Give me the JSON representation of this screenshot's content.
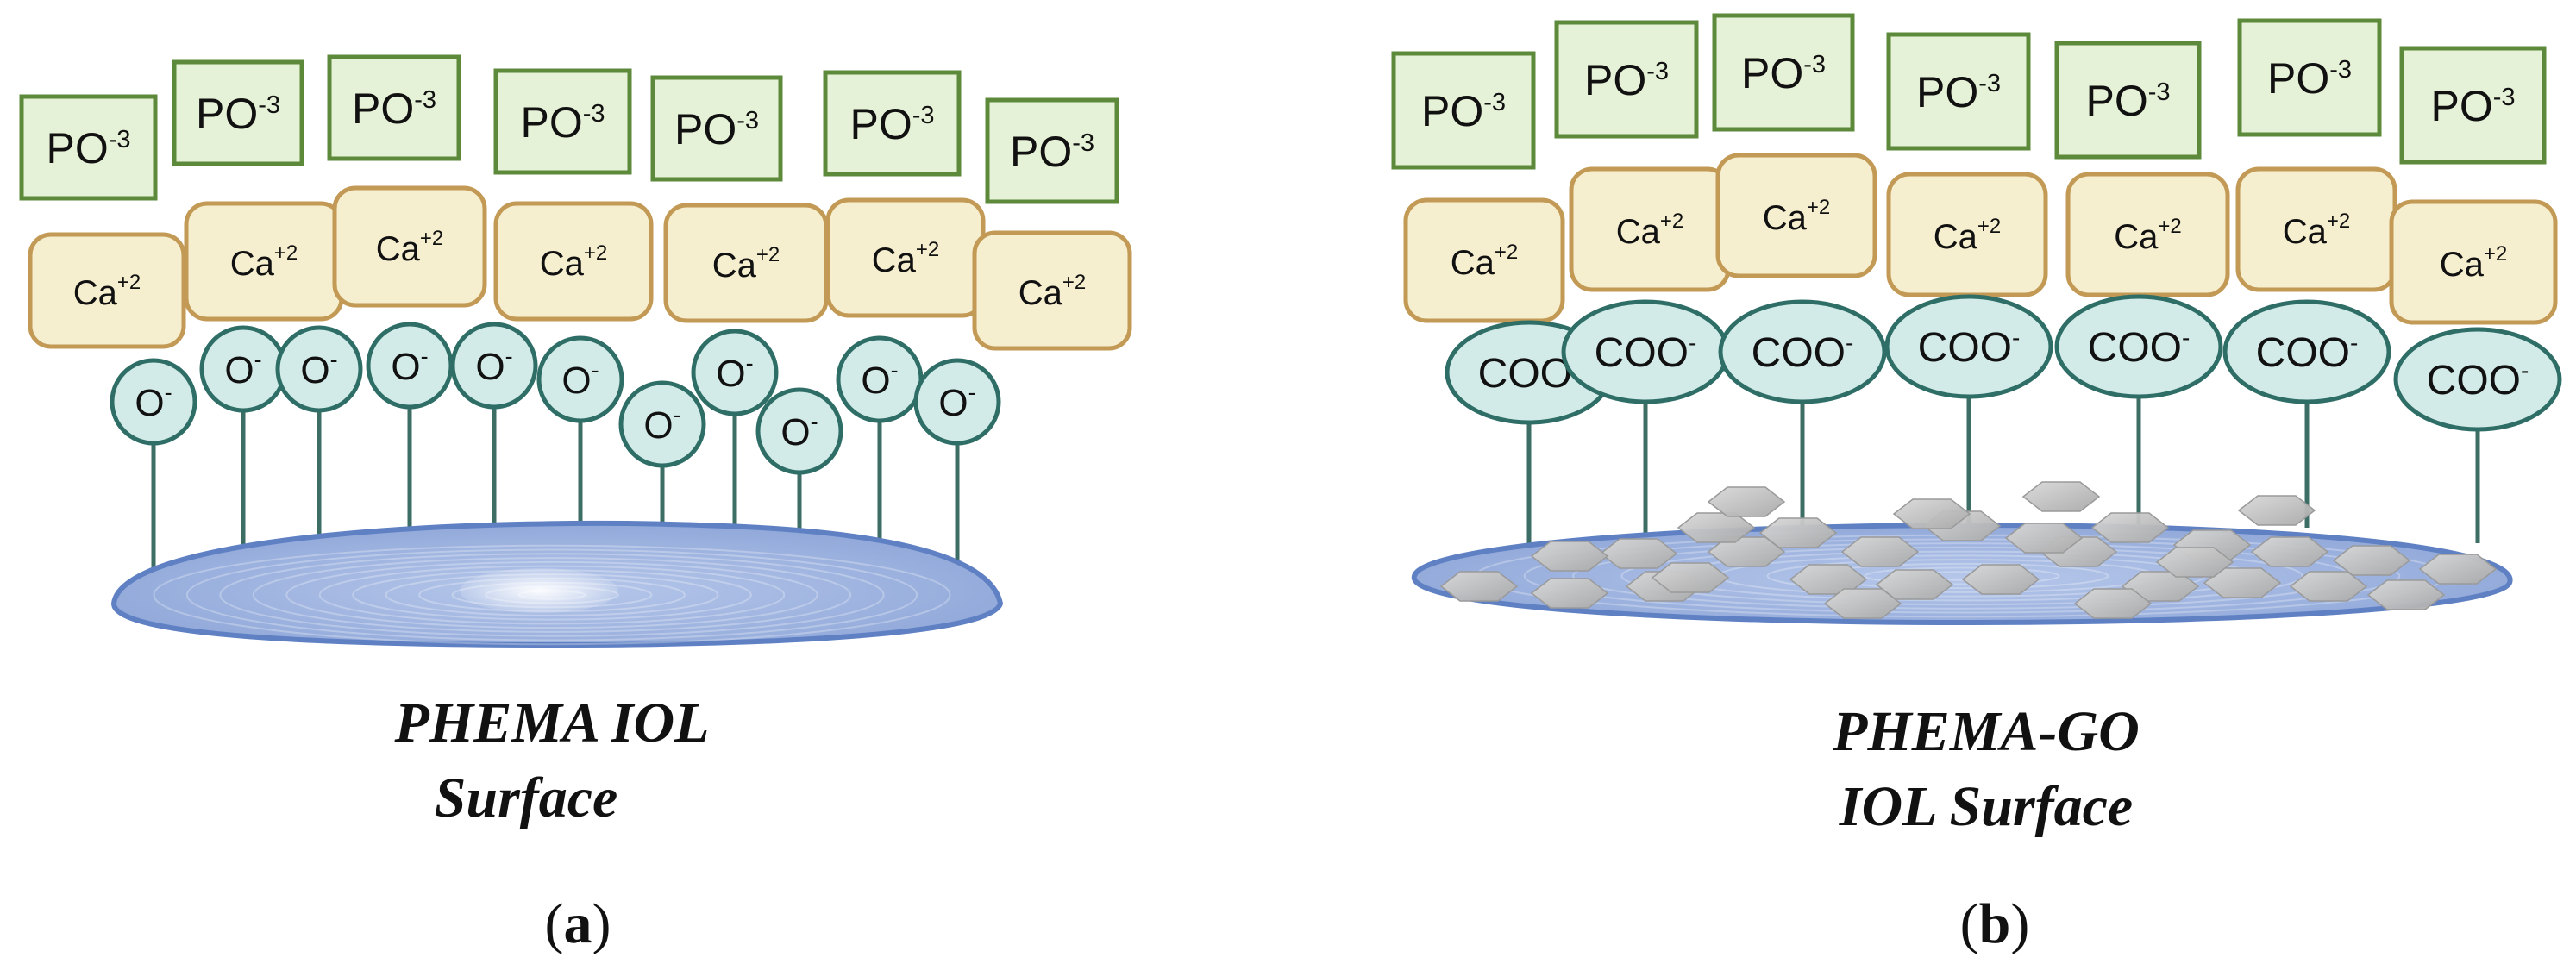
{
  "colors": {
    "phosphate_fill": "#e6f2d7",
    "phosphate_stroke": "#5d8a3a",
    "calcium_fill": "#f6efcf",
    "calcium_stroke": "#c39a55",
    "anion_fill": "#d3ebe8",
    "anion_stroke": "#2e6e66",
    "chain": "#3d6e66",
    "lens_fill": "#9eb3df",
    "lens_rim": "#5f81c4",
    "graphene_oxide": "#c2c2c2"
  },
  "panel_a": {
    "phosphate_label": "PO",
    "phosphate_charge": "-3",
    "calcium_label": "Ca",
    "calcium_charge": "+2",
    "anion_label": "O",
    "anion_charge": "-",
    "caption_line1": "PHEMA IOL",
    "caption_line2": "Surface",
    "label_open": "(",
    "label_letter": "a",
    "label_close": ")"
  },
  "panel_b": {
    "phosphate_label": "PO",
    "phosphate_charge": "-3",
    "calcium_label": "Ca",
    "calcium_charge": "+2",
    "anion_label": "COO",
    "anion_charge": "-",
    "caption_line1": "PHEMA-GO",
    "caption_line2": "IOL Surface",
    "label_open": "(",
    "label_letter": "b",
    "label_close": ")"
  }
}
